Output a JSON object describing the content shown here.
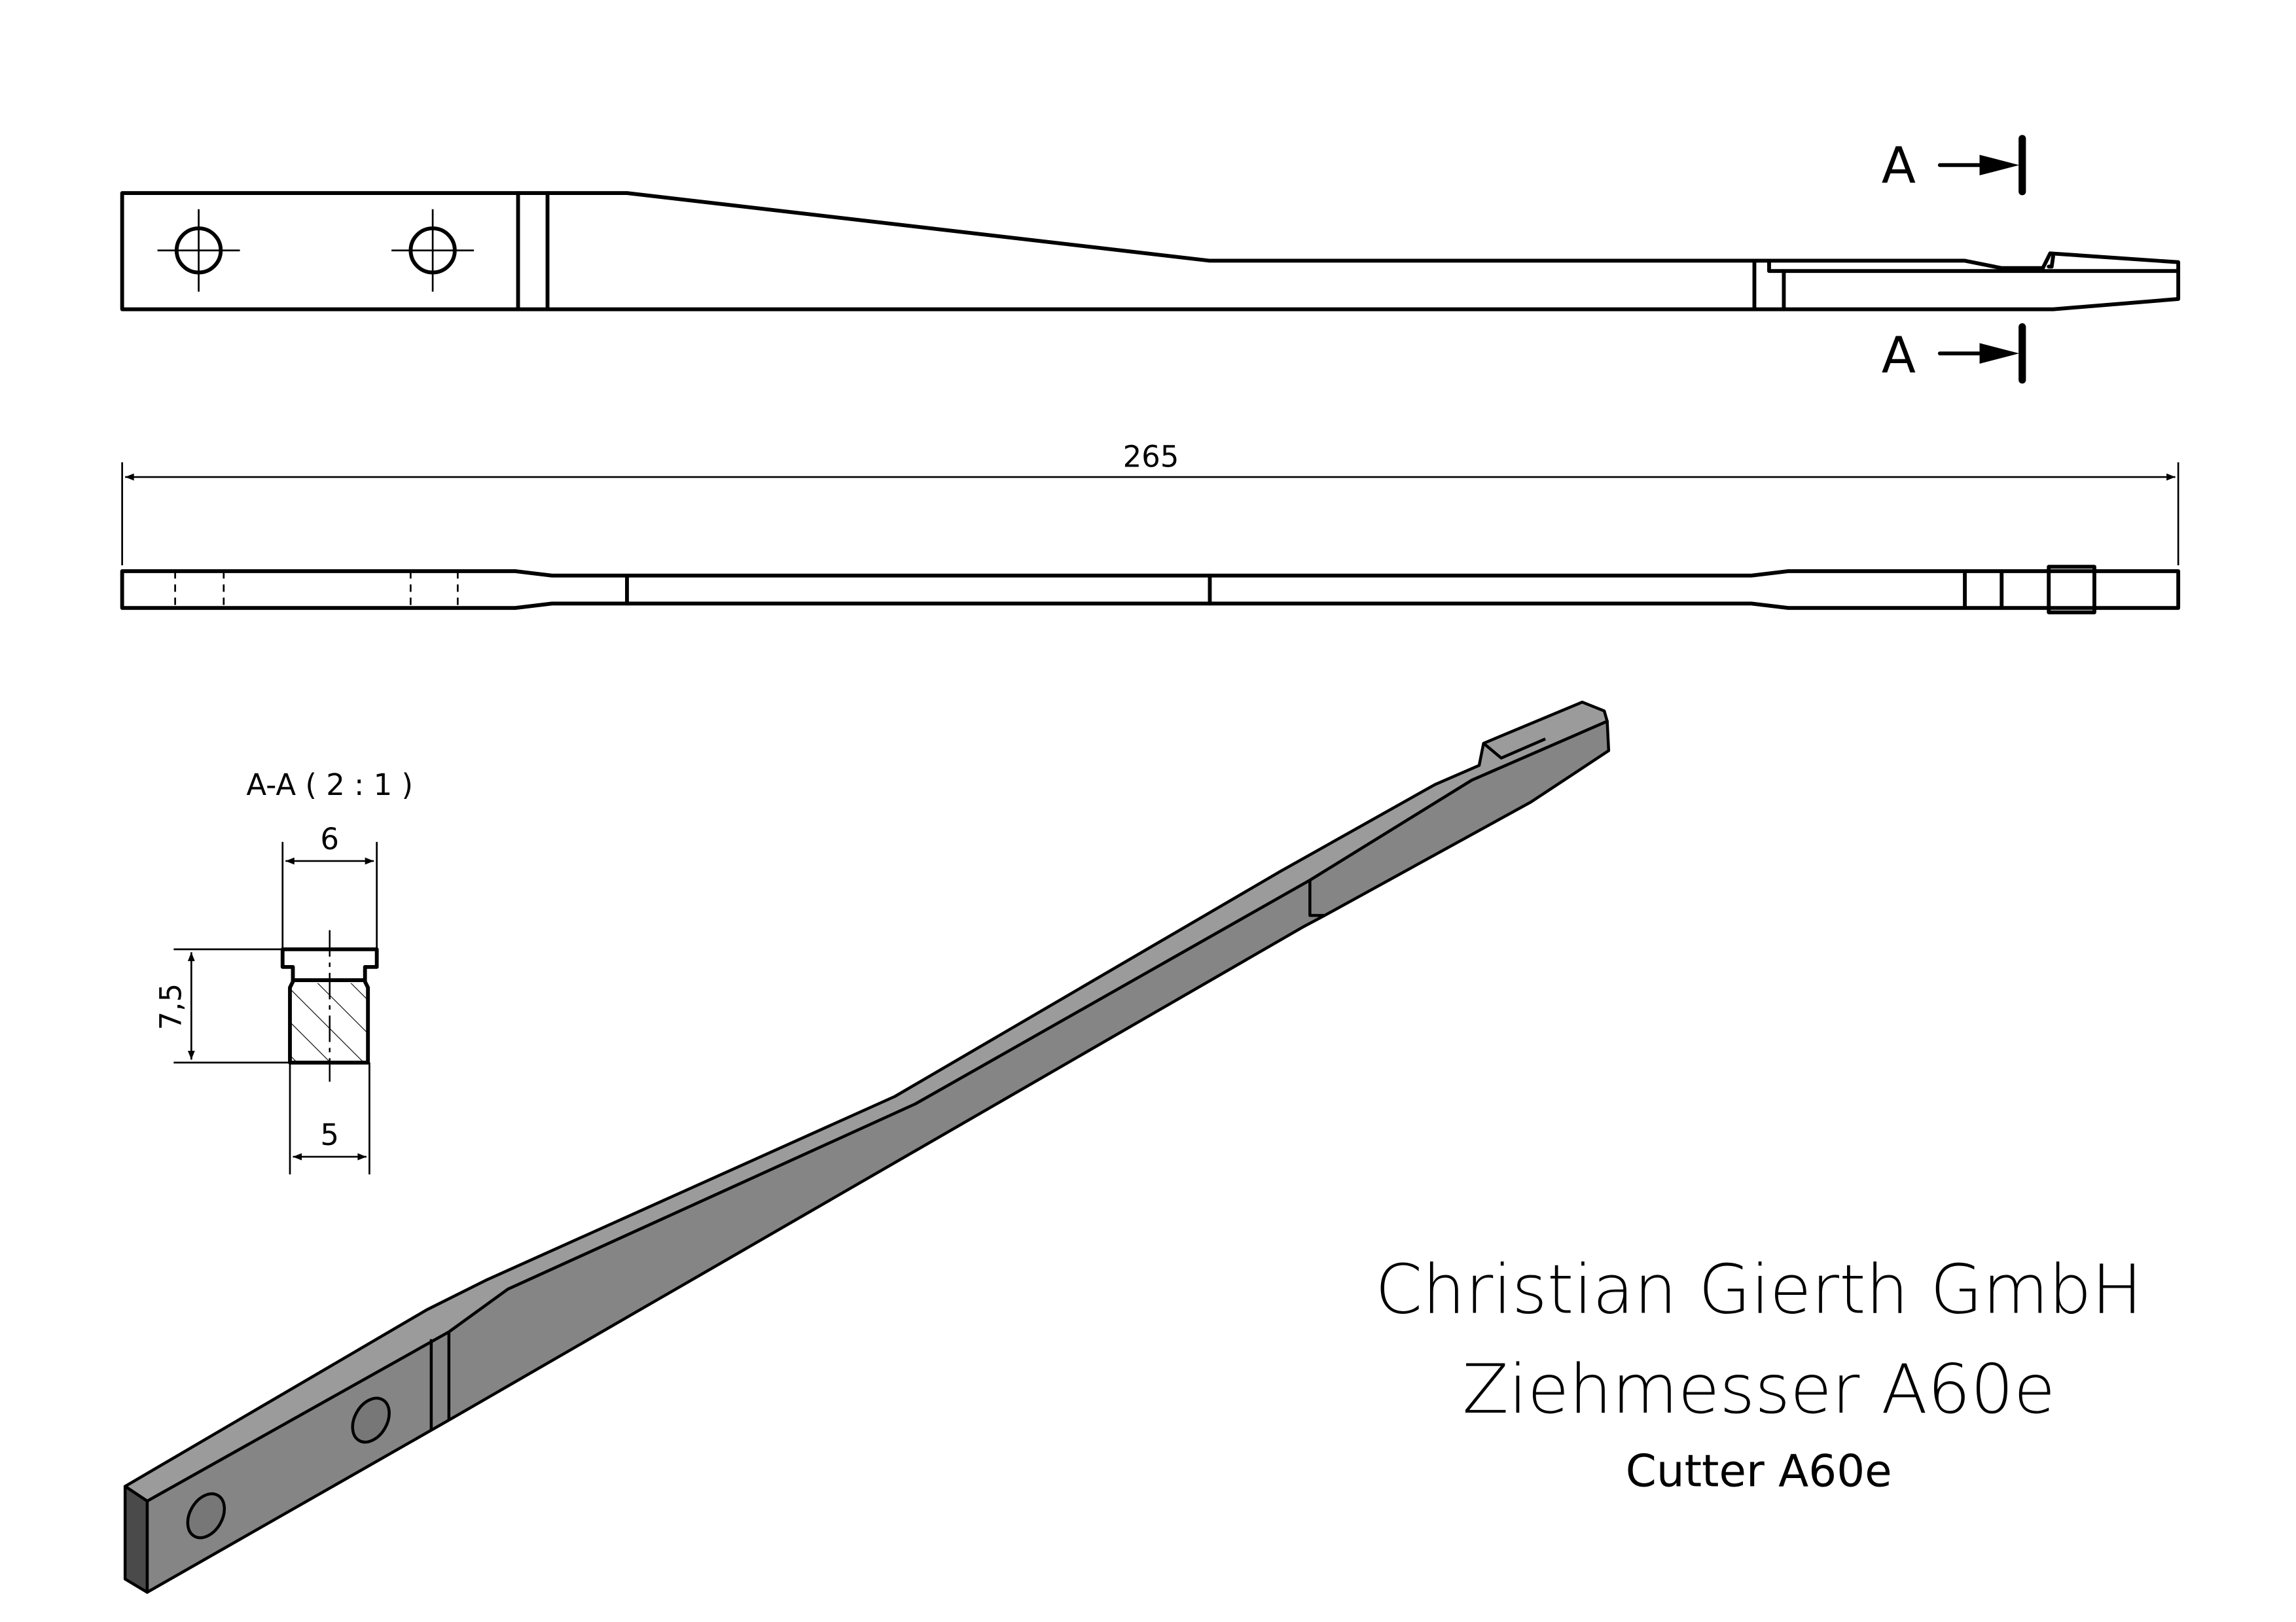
{
  "top_view": {
    "section_label_top": "A",
    "section_label_bottom": "A"
  },
  "dimensions": {
    "overall_length": "265",
    "section_width_top": "6",
    "section_height": "7,5",
    "section_width_bottom": "5"
  },
  "section_view": {
    "title": "A-A ( 2 : 1 )"
  },
  "title_block": {
    "company": "Christian Gierth GmbH",
    "product_de": "Ziehmesser A60e",
    "product_en": "Cutter A60e"
  },
  "colors": {
    "line": "#000000",
    "iso_top": "#9b9b9b",
    "iso_side": "#858585",
    "iso_end": "#4a4a4a"
  }
}
